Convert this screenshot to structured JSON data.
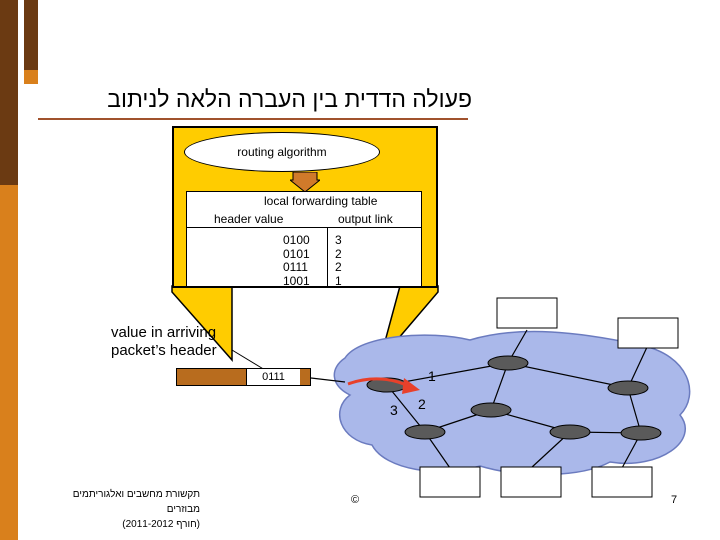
{
  "title": "פעולה הדדית בין העברה הלאה לניתוב",
  "routing_label": "routing algorithm",
  "table": {
    "title": "local forwarding table",
    "col_header_value": "header value",
    "col_output_link": "output link",
    "header_values": [
      "0100",
      "0101",
      "0111",
      "1001"
    ],
    "output_links": [
      "3",
      "2",
      "2",
      "1"
    ]
  },
  "packet_note_line1": "value in arriving",
  "packet_note_line2": "packet’s header",
  "packet_value": "0111",
  "ports": {
    "port1": "1",
    "port2": "2",
    "port3": "3"
  },
  "footer_line1": "תקשורת מחשבים ואלגוריתמים מבוזרים",
  "footer_line2": "(חורף 2011-2012)",
  "copyright": "©",
  "page_number": "7",
  "colors": {
    "sidebar_brown": "#6b3a12",
    "sidebar_orange": "#d9801c",
    "callout_yellow": "#ffcc00",
    "network_blue": "#aab8ea",
    "arrow_red": "#e8402a"
  }
}
